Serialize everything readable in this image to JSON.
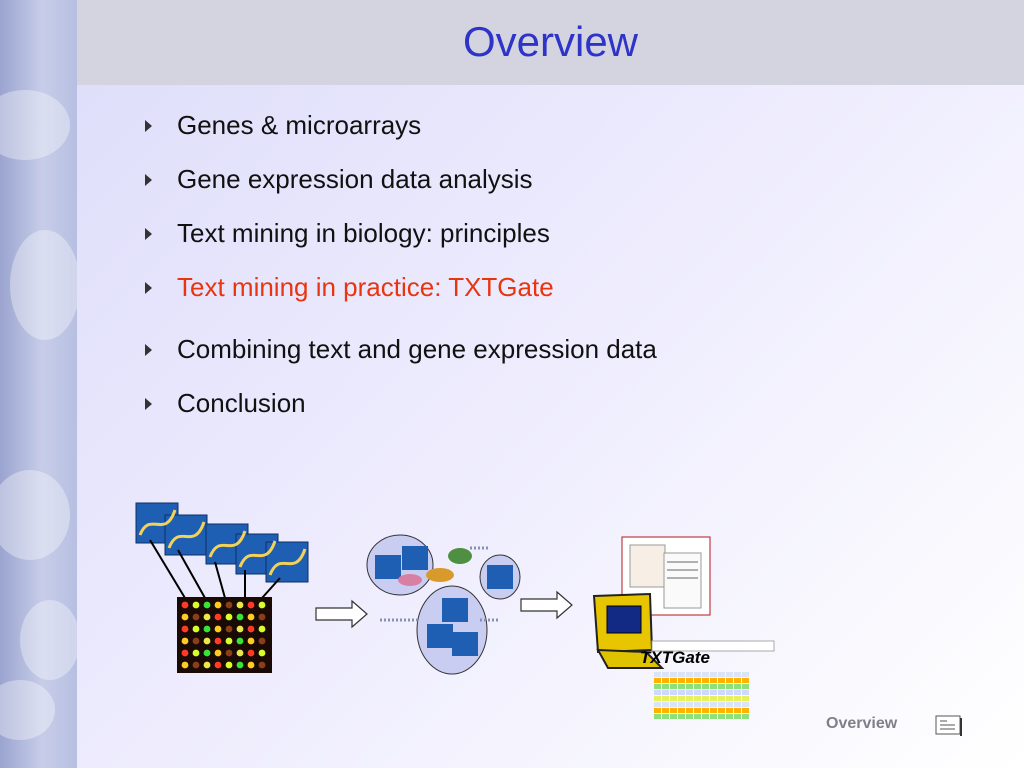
{
  "slide": {
    "title": "Overview",
    "bullets": [
      {
        "label": "Genes & microarrays",
        "active": false
      },
      {
        "label": "Gene expression data analysis",
        "active": false
      },
      {
        "label": "Text mining in biology: principles",
        "active": false
      },
      {
        "label": "Text mining in practice: TXTGate",
        "active": true
      },
      {
        "label": "Combining text and gene expression data",
        "active": false
      },
      {
        "label": "Conclusion",
        "active": false
      }
    ],
    "illustration": {
      "txtgate_label": "TXTGate"
    },
    "footer": {
      "label": "Overview",
      "nav_icon": "slide-navigation-icon"
    },
    "colors": {
      "title": "#2f34c8",
      "active_bullet": "#e8350f",
      "header_band": "#d4d4e0"
    }
  }
}
